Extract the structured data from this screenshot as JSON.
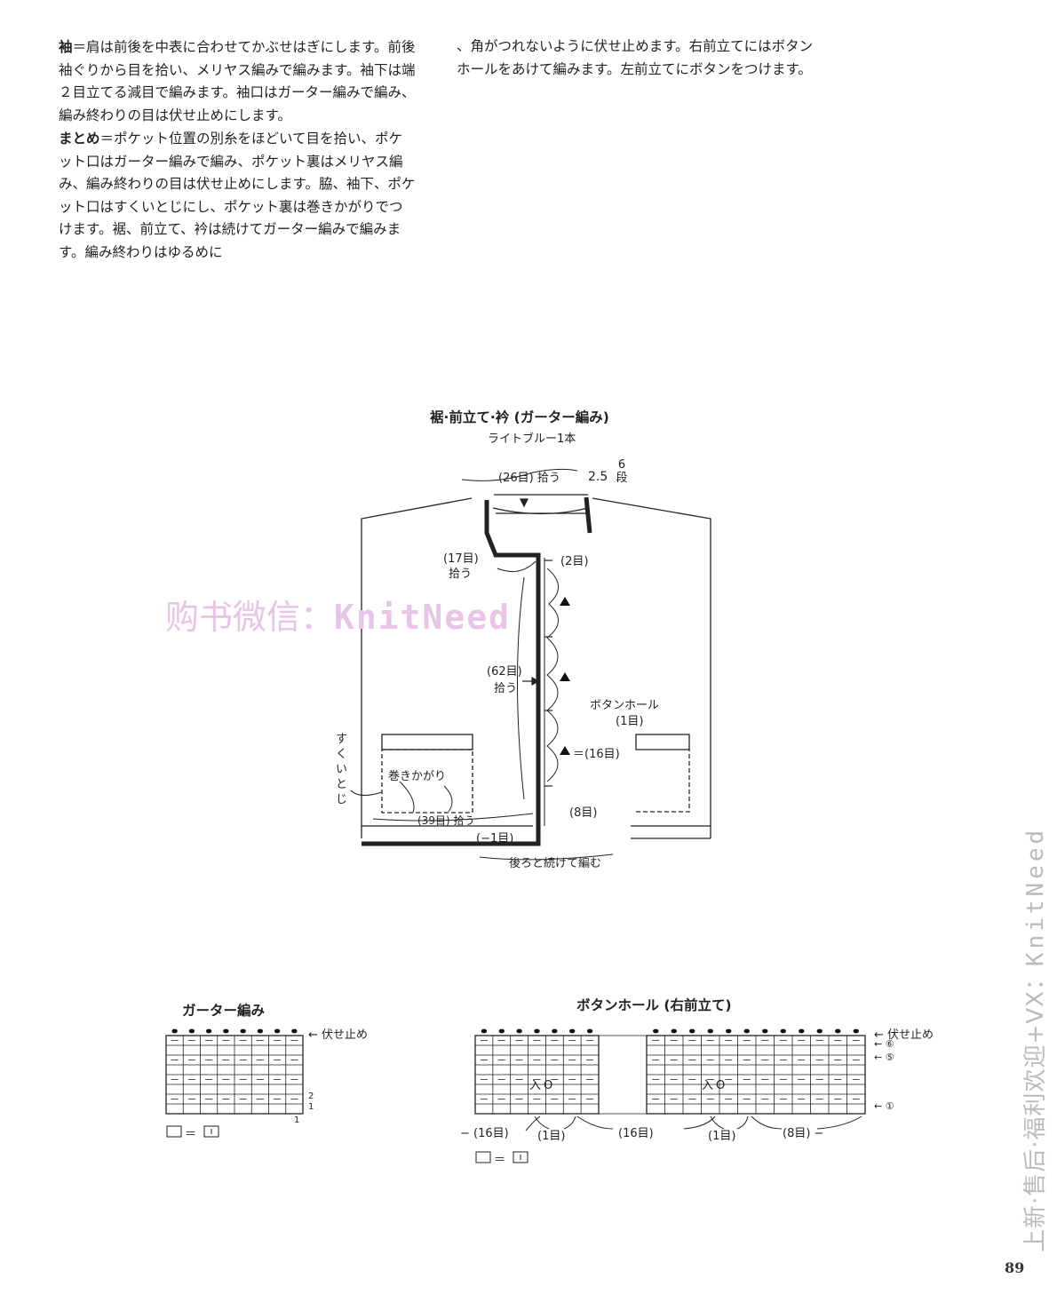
{
  "instructions": {
    "sleeve": {
      "label": "袖",
      "text": "＝肩は前後を中表に合わせてかぶせはぎにします。前後袖ぐりから目を拾い、メリヤス編みで編みます。袖下は端２目立てる減目で編みます。袖口はガーター編みで編み、編み終わりの目は伏せ止めにします。"
    },
    "finishing": {
      "label": "まとめ",
      "text": "＝ポケット位置の別糸をほどいて目を拾い、ポケット口はガーター編みで編み、ポケット裏はメリヤス編み、編み終わりの目は伏せ止めにします。脇、袖下、ポケット口はすくいとじにし、ポケット裏は巻きかがりでつけます。裾、前立て、衿は続けてガーター編みで編みます。編み終わりはゆるめに、角がつれないように伏せ止めます。右前立てにはボタンホールをあけて編みます。左前立てにボタンをつけます。"
    }
  },
  "main_diagram": {
    "title": "裾·前立て·衿 (ガーター編み)",
    "yarn": "ライトブルー1本",
    "labels": {
      "collar_pickup": "(26目) 拾う",
      "collar_depth": "2.5",
      "collar_rows_num": "6",
      "collar_rows_unit": "段",
      "neck_pickup_count": "(17目)",
      "neck_pickup_verb": "拾う",
      "front_pickup_count": "(62目)",
      "front_pickup_verb": "拾う",
      "top_gap": "(2目)",
      "buttonhole_label": "ボタンホール",
      "buttonhole_count": "(1目)",
      "triangle_eq": "＝(16目)",
      "bottom_gap": "(8目)",
      "seam_label": "すくいとじ",
      "whipstitch_label": "巻きかがり",
      "hem_pickup": "(39目) 拾う",
      "decrease": "(−1目)",
      "continue_back": "後ろと続けて編む"
    }
  },
  "watermark": {
    "prefix": "购书微信：",
    "name": "KnitNeed"
  },
  "garter_chart": {
    "title": "ガーター編み",
    "bind_off": "← 伏せ止め",
    "row_labels": [
      "2",
      "1"
    ],
    "stitch_label": "1",
    "legend_equals": "＝"
  },
  "buttonhole_chart": {
    "title": "ボタンホール (右前立て)",
    "bind_off": "← 伏せ止め",
    "row_markers": [
      "← ⑥",
      "← ⑤",
      "← ①"
    ],
    "stitch_symbols": "入O",
    "bottom_labels": [
      "− (16目)",
      "(1目)",
      "(16目)",
      "(1目)",
      "(8目) −"
    ],
    "legend_equals": "＝"
  },
  "side_watermark": {
    "text": "上新·售后·福利欢迎+VX：",
    "name": "KnitNeed"
  },
  "page_number": "89"
}
